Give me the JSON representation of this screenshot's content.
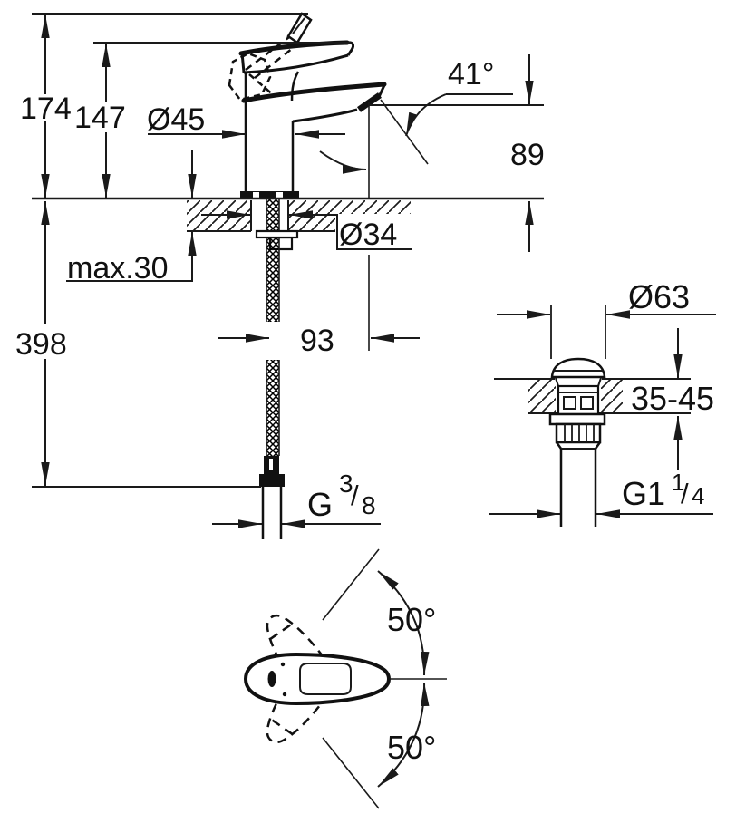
{
  "meta": {
    "type": "technical-dimension-drawing",
    "subject": "single-lever basin mixer faucet with pop-up waste",
    "line_color": "#1a1a1a",
    "background_color": "#ffffff"
  },
  "labels": {
    "total_height": "174",
    "height_to_lever": "147",
    "base_diameter": "Ø45",
    "spray_angle": "41°",
    "spout_height": "89",
    "hole_diameter": "Ø34",
    "max_deck_thickness": "max.30",
    "hose_length": "398",
    "spout_reach": "93",
    "waste_cap_diameter": "Ø63",
    "waste_deck_range": "35-45",
    "swivel_angle_upper": "50°",
    "swivel_angle_lower": "50°"
  },
  "threads": {
    "supply_prefix": "G",
    "supply_numerator": "3",
    "supply_slash": "/",
    "supply_denominator": "8",
    "waste_prefix": "G1",
    "waste_numerator": "1",
    "waste_slash": "/",
    "waste_denominator": "4"
  }
}
